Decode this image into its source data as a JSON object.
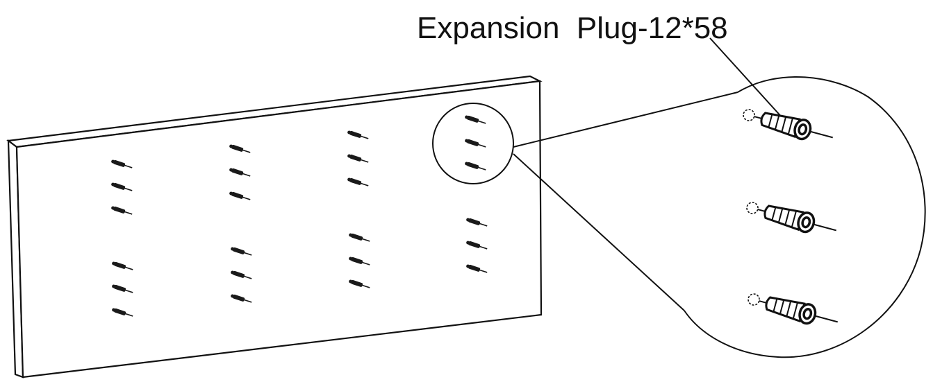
{
  "callout": {
    "label": "Expansion  Plug-12*58"
  },
  "panel": {
    "plug_groups_left_column": 2,
    "plug_groups_per_column": 2,
    "columns": 4,
    "plugs_per_group": 3
  },
  "detail": {
    "plugs_shown": 3
  },
  "colors": {
    "line": "#111111",
    "background": "#ffffff"
  }
}
